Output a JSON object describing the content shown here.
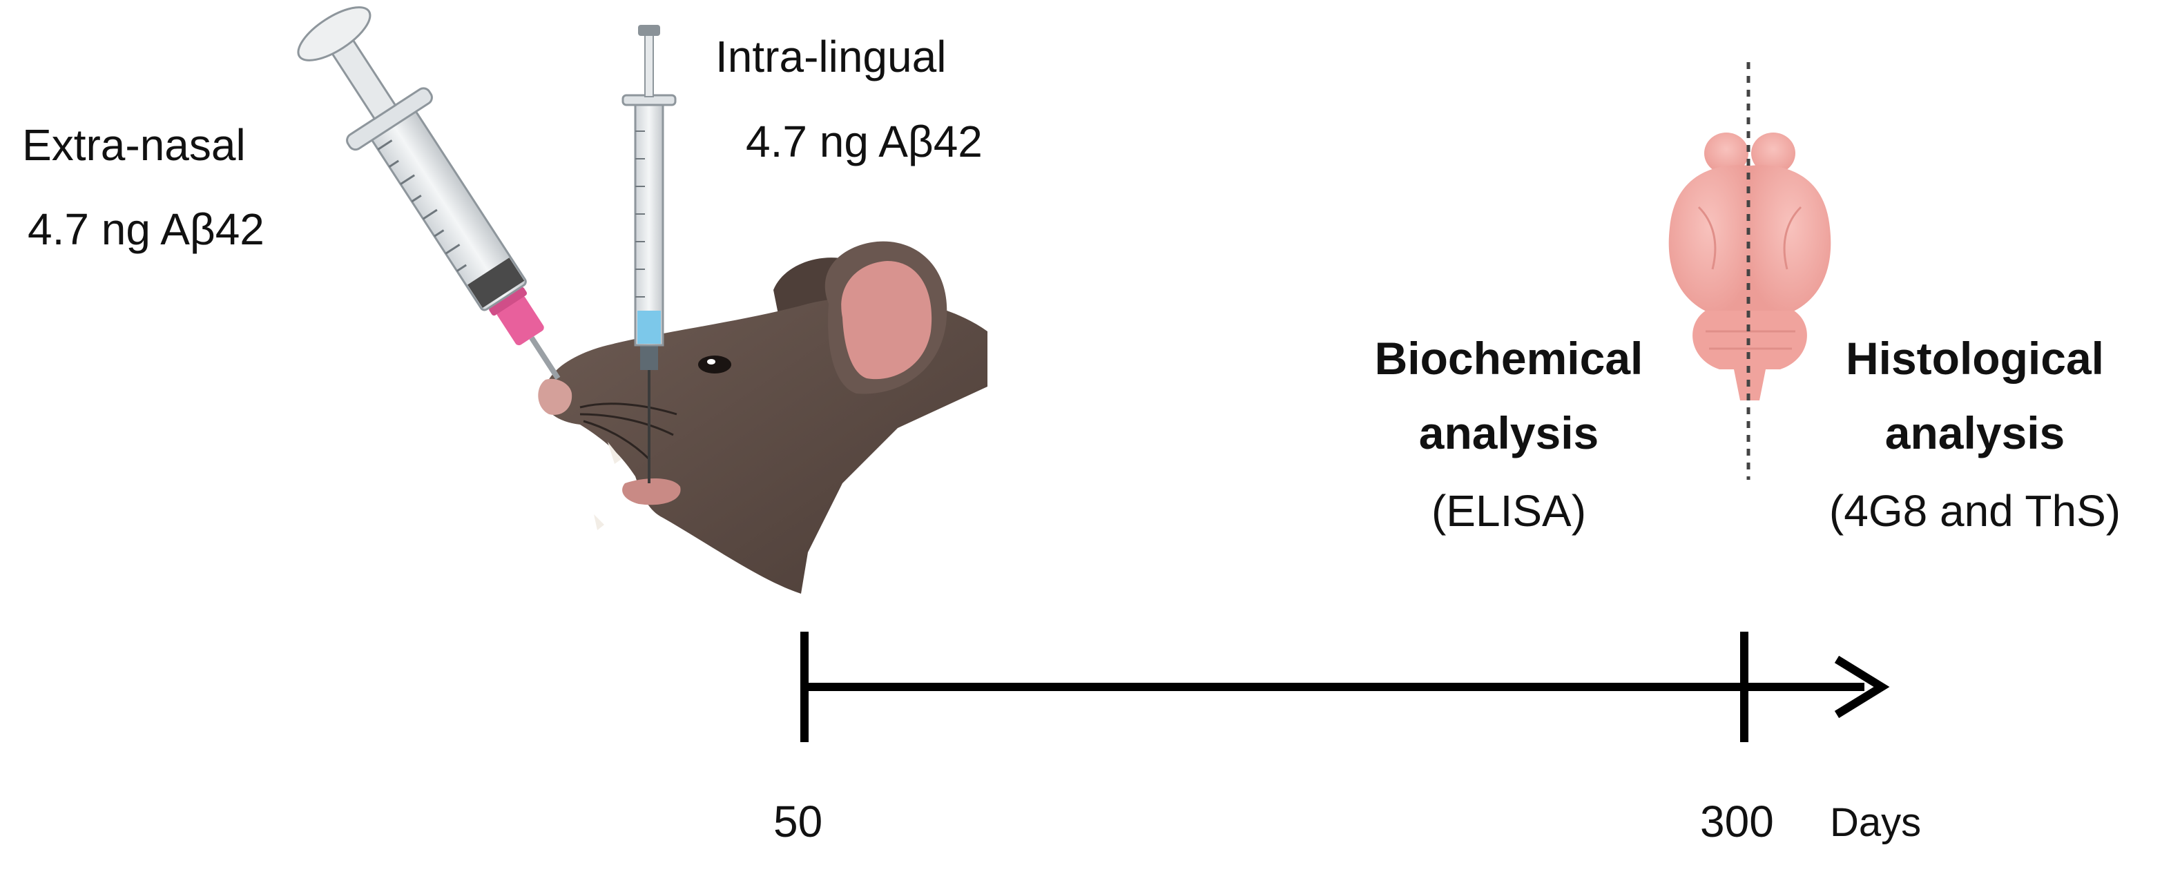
{
  "annotations": {
    "extra_nasal_route": "Extra-nasal",
    "extra_nasal_dose": "4.7 ng Aβ42",
    "intra_lingual_route": "Intra-lingual",
    "intra_lingual_dose": "4.7 ng Aβ42"
  },
  "analysis": {
    "biochemical_title_line1": "Biochemical",
    "biochemical_title_line2": "analysis",
    "biochemical_method": "(ELISA)",
    "histological_title_line1": "Histological",
    "histological_title_line2": "analysis",
    "histological_method": "(4G8 and ThS)"
  },
  "timeline": {
    "start_tick": "50",
    "end_tick": "300",
    "unit": "Days"
  },
  "icons": [
    "syringe-icon",
    "insulin-syringe-icon",
    "mouse-head-icon",
    "brain-icon"
  ],
  "colors": {
    "mouse_fur": "#5e4c45",
    "mouse_ear": "#d8938f",
    "brain": "#f2a9a3",
    "syringe_plunger_tip": "#e8609c",
    "needle_fluid": "#7cc8ea",
    "timeline": "#000000"
  }
}
